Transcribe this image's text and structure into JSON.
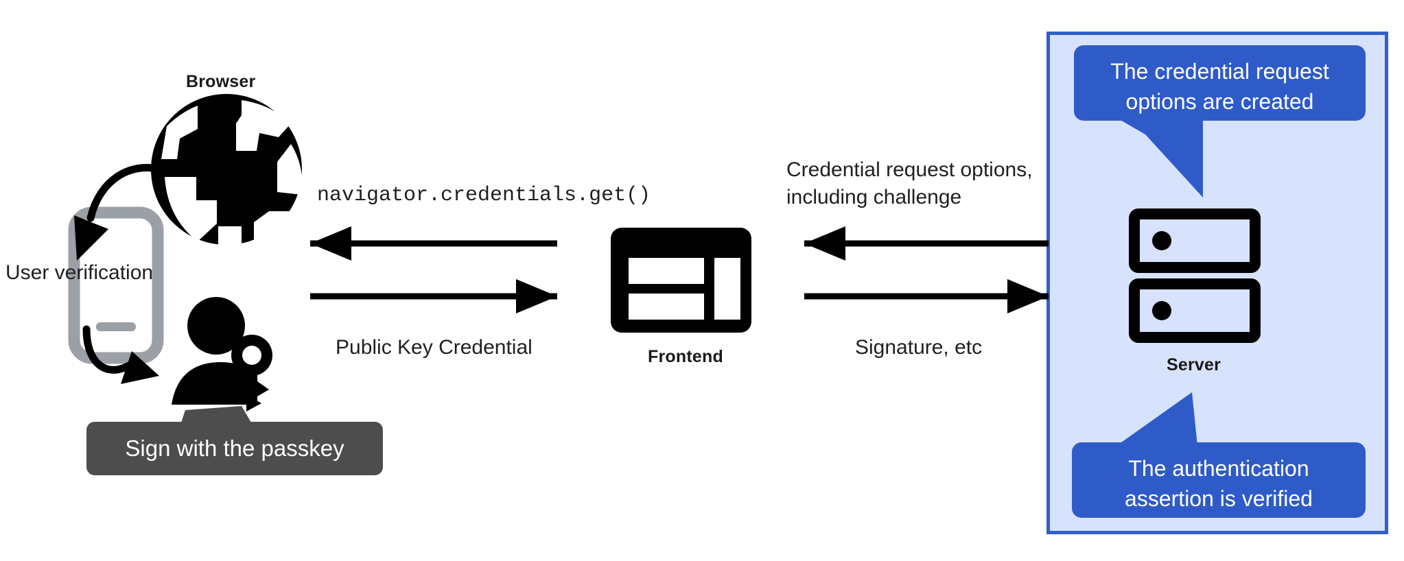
{
  "diagram": {
    "title_hidden": "",
    "nodes": {
      "browser": {
        "label": "Browser",
        "icon": "globe-icon"
      },
      "phone": {
        "label": "User verification",
        "icon": "smartphone-icon"
      },
      "user": {
        "icon": "person-with-key-icon"
      },
      "frontend": {
        "label": "Frontend",
        "icon": "frontend-window-icon"
      },
      "server": {
        "label": "Server",
        "icon": "server-racks-icon"
      }
    },
    "flows": [
      {
        "id": "flow-get",
        "text": "navigator.credentials.get()",
        "style": "mono",
        "direction": "left"
      },
      {
        "id": "flow-pubkey",
        "text": "Public Key Credential",
        "style": "plain",
        "direction": "right"
      },
      {
        "id": "flow-options",
        "text": "Credential request options,",
        "text2": "including challenge",
        "style": "plain",
        "direction": "left"
      },
      {
        "id": "flow-signature",
        "text": "Signature, etc",
        "style": "plain",
        "direction": "right"
      }
    ],
    "callouts": {
      "top_server": {
        "line1": "The credential request",
        "line2": "options are created",
        "color": "#2f5bc9"
      },
      "bottom_server": {
        "line1": "The authentication",
        "line2": "assertion is verified",
        "color": "#2f5bc9"
      },
      "passkey": {
        "line1": "Sign with the passkey",
        "color": "#4d4d4d"
      }
    },
    "colors": {
      "panel_fill": "#d7e3fc",
      "panel_border": "#3060c8",
      "callout_blue": "#2f5bc9",
      "callout_dark": "#4d4d4d",
      "phone_grey": "#9aa0a6",
      "ink": "#1f1f1f"
    }
  }
}
